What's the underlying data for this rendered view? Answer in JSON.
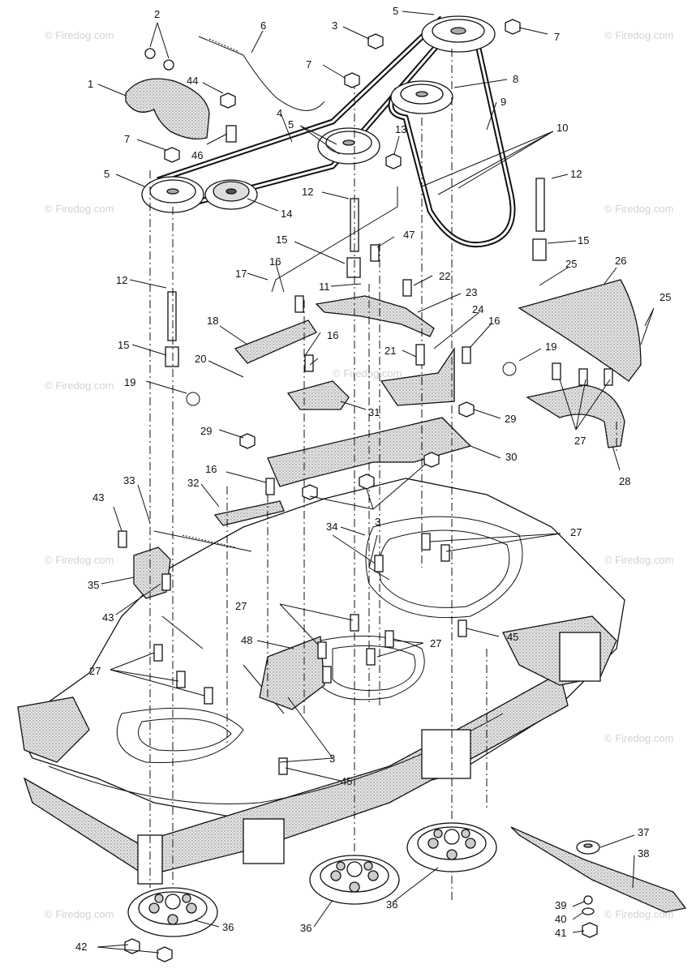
{
  "watermark": "© Firedog.com",
  "callouts": {
    "c1": "1",
    "c2": "2",
    "c3a": "3",
    "c3b": "3",
    "c3c": "3",
    "c4": "4",
    "c5a": "5",
    "c5b": "5",
    "c5c": "5",
    "c6": "6",
    "c7a": "7",
    "c7b": "7",
    "c7c": "7",
    "c8": "8",
    "c9": "9",
    "c10": "10",
    "c11": "11",
    "c12a": "12",
    "c12b": "12",
    "c12c": "12",
    "c13": "13",
    "c14": "14",
    "c15a": "15",
    "c15b": "15",
    "c15c": "15",
    "c16a": "16",
    "c16b": "16",
    "c16c": "16",
    "c16d": "16",
    "c17": "17",
    "c18": "18",
    "c19a": "19",
    "c19b": "19",
    "c20": "20",
    "c21": "21",
    "c22": "22",
    "c23": "23",
    "c24": "24",
    "c25a": "25",
    "c25b": "25",
    "c26": "26",
    "c27a": "27",
    "c27b": "27",
    "c27c": "27",
    "c27d": "27",
    "c27e": "27",
    "c28": "28",
    "c29a": "29",
    "c29b": "29",
    "c30": "30",
    "c31": "31",
    "c32": "32",
    "c33": "33",
    "c34": "34",
    "c35": "35",
    "c36a": "36",
    "c36b": "36",
    "c36c": "36",
    "c37": "37",
    "c38": "38",
    "c39": "39",
    "c40": "40",
    "c41": "41",
    "c42": "42",
    "c43a": "43",
    "c43b": "43",
    "c44": "44",
    "c45a": "45",
    "c45b": "45",
    "c46": "46",
    "c47": "47",
    "c48": "48"
  }
}
